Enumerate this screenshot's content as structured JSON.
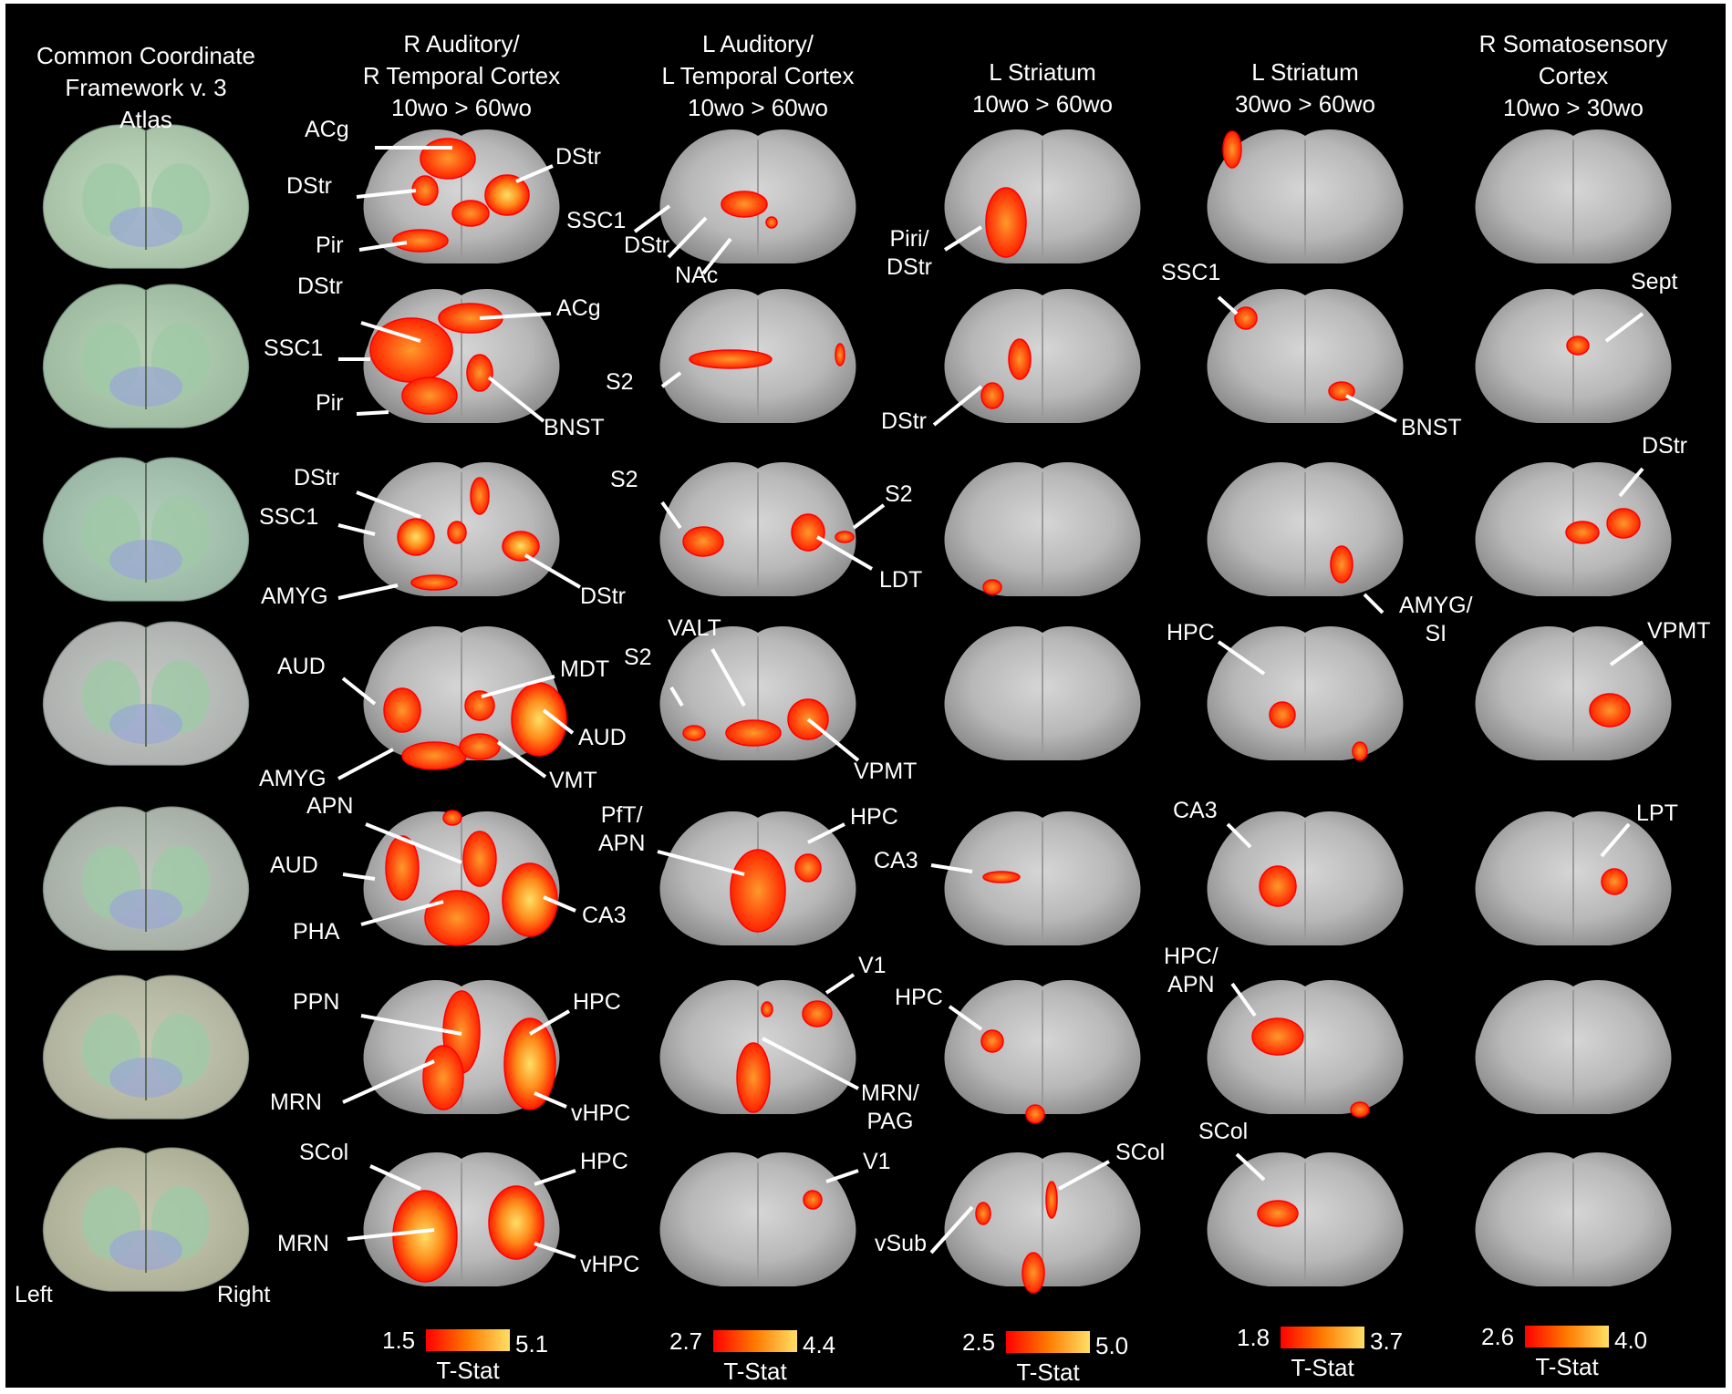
{
  "figure": {
    "headers": [
      [
        "Common Coordinate",
        "Framework v. 3",
        "Atlas"
      ],
      [
        "R Auditory/",
        "R Temporal Cortex",
        "10wo > 60wo"
      ],
      [
        "L Auditory/",
        "L Temporal Cortex",
        "10wo > 60wo"
      ],
      [
        "L Striatum",
        "10wo > 60wo"
      ],
      [
        "L Striatum",
        "30wo > 60wo"
      ],
      [
        "R Somatosensory",
        "Cortex",
        "10wo > 30wo"
      ]
    ],
    "orientation": {
      "left": "Left",
      "right": "Right"
    },
    "colorbars": [
      {
        "min": "1.5",
        "max": "5.1",
        "label": "T-Stat"
      },
      {
        "min": "2.7",
        "max": "4.4",
        "label": "T-Stat"
      },
      {
        "min": "2.5",
        "max": "5.0",
        "label": "T-Stat"
      },
      {
        "min": "1.8",
        "max": "3.7",
        "label": "T-Stat"
      },
      {
        "min": "2.6",
        "max": "4.0",
        "label": "T-Stat"
      }
    ],
    "colormap": {
      "low": "#ff0000",
      "mid": "#ff6a00",
      "high": "#ffe066"
    },
    "region_labels": {
      "r0c1": [
        "ACg",
        "DStr",
        "Pir",
        "DStr"
      ],
      "r0c2": [
        "SSC1",
        "DStr",
        "NAc"
      ],
      "r0c3": [
        "Piri/\nDStr"
      ],
      "r1c1": [
        "DStr",
        "SSC1",
        "Pir",
        "ACg",
        "BNST"
      ],
      "r1c2": [
        "S2"
      ],
      "r1c3": [
        "DStr"
      ],
      "r1c4": [
        "SSC1",
        "BNST"
      ],
      "r1c5": [
        "Sept"
      ],
      "r2c1": [
        "DStr",
        "SSC1",
        "AMYG",
        "DStr"
      ],
      "r2c2": [
        "S2",
        "S2",
        "LDT"
      ],
      "r2c4": [
        "AMYG/\nSI"
      ],
      "r2c5": [
        "DStr"
      ],
      "r3c1": [
        "AUD",
        "AMYG",
        "MDT",
        "AUD",
        "VMT"
      ],
      "r3c2": [
        "S2",
        "VALT",
        "VPMT"
      ],
      "r3c4": [
        "HPC"
      ],
      "r3c5": [
        "VPMT"
      ],
      "r4c1": [
        "APN",
        "AUD",
        "PHA",
        "CA3"
      ],
      "r4c2": [
        "PfT/\nAPN",
        "HPC"
      ],
      "r4c3": [
        "CA3"
      ],
      "r4c4": [
        "CA3"
      ],
      "r4c5": [
        "LPT"
      ],
      "r5c1": [
        "PPN",
        "MRN",
        "HPC",
        "vHPC"
      ],
      "r5c2": [
        "V1",
        "MRN/\nPAG"
      ],
      "r5c3": [
        "HPC"
      ],
      "r5c4": [
        "HPC/\nAPN"
      ],
      "r6c1": [
        "SCol",
        "MRN",
        "HPC",
        "vHPC"
      ],
      "r6c2": [
        "V1"
      ],
      "r6c3": [
        "SCol",
        "vSub"
      ],
      "r6c4": [
        "SCol"
      ]
    }
  }
}
